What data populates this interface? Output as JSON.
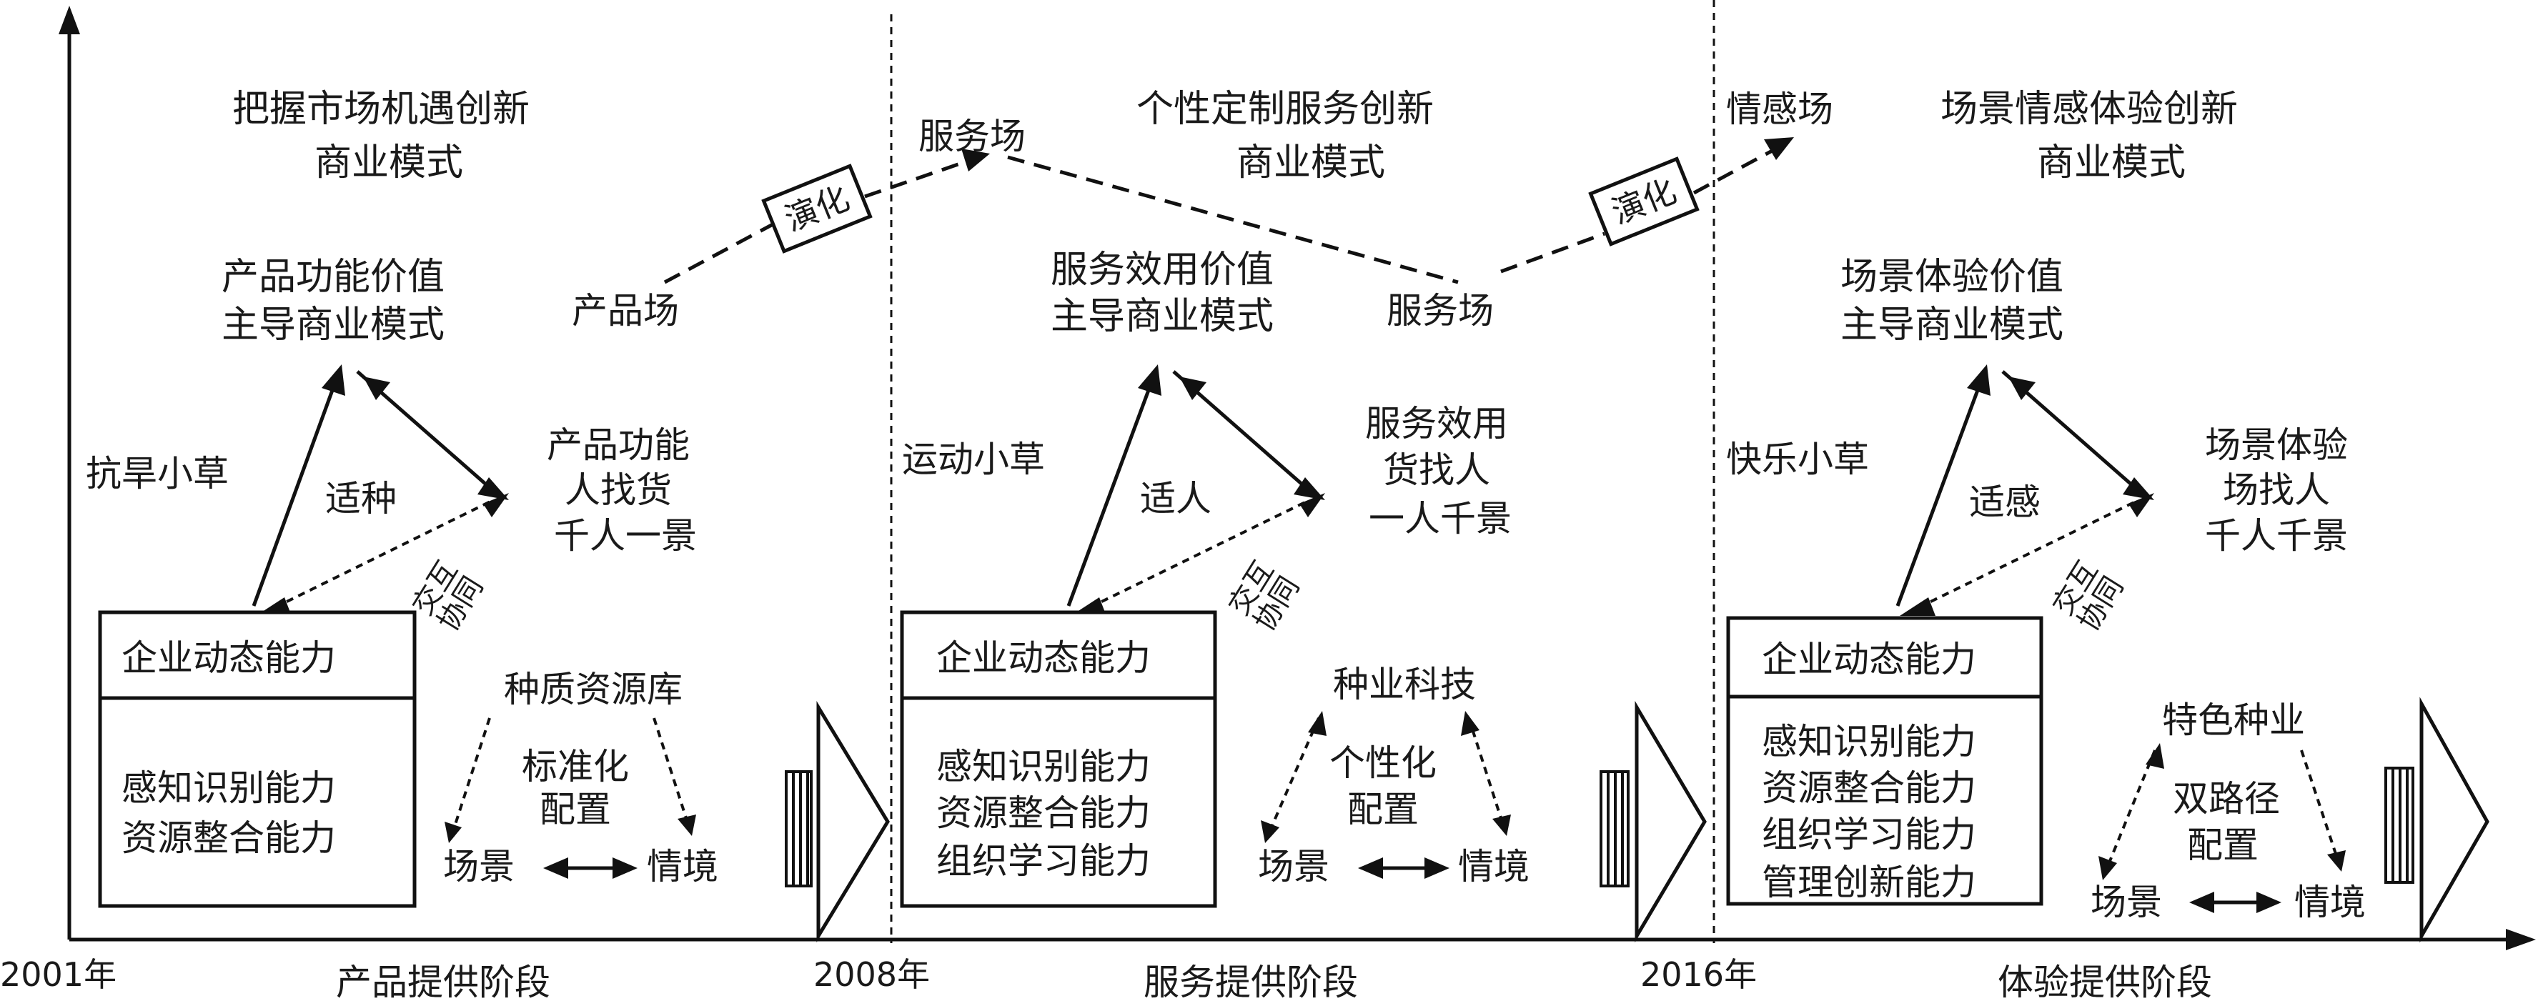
{
  "axis": {
    "years": [
      "2001年",
      "2008年",
      "2016年"
    ],
    "stages": [
      "产品提供阶段",
      "服务提供阶段",
      "体验提供阶段"
    ]
  },
  "evolution": {
    "label": "演化",
    "fields": [
      "产品场",
      "服务场",
      "服务场",
      "情感场"
    ]
  },
  "panels": [
    {
      "innovation": [
        "把握市场机遇创新",
        "商业模式"
      ],
      "dominant": [
        "产品功能价值",
        "主导商业模式"
      ],
      "grass": "抗旱小草",
      "fit": "适种",
      "right": [
        "产品功能",
        "人找货",
        "千人一景"
      ],
      "interact": [
        "交互",
        "协同"
      ],
      "box_title": "企业动态能力",
      "capabilities": [
        "感知识别能力",
        "资源整合能力"
      ],
      "tri_top": "种质资源库",
      "tri_mid": [
        "标准化",
        "配置"
      ],
      "tri_left": "场景",
      "tri_right": "情境"
    },
    {
      "innovation": [
        "个性定制服务创新",
        "商业模式"
      ],
      "dominant": [
        "服务效用价值",
        "主导商业模式"
      ],
      "grass": "运动小草",
      "fit": "适人",
      "right": [
        "服务效用",
        "货找人",
        "一人千景"
      ],
      "interact": [
        "交互",
        "协同"
      ],
      "box_title": "企业动态能力",
      "capabilities": [
        "感知识别能力",
        "资源整合能力",
        "组织学习能力"
      ],
      "tri_top": "种业科技",
      "tri_mid": [
        "个性化",
        "配置"
      ],
      "tri_left": "场景",
      "tri_right": "情境"
    },
    {
      "innovation": [
        "场景情感体验创新",
        "商业模式"
      ],
      "dominant": [
        "场景体验价值",
        "主导商业模式"
      ],
      "grass": "快乐小草",
      "fit": "适感",
      "right": [
        "场景体验",
        "场找人",
        "千人千景"
      ],
      "interact": [
        "交互",
        "协同"
      ],
      "box_title": "企业动态能力",
      "capabilities": [
        "感知识别能力",
        "资源整合能力",
        "组织学习能力",
        "管理创新能力"
      ],
      "tri_top": "特色种业",
      "tri_mid": [
        "双路径",
        "配置"
      ],
      "tri_left": "场景",
      "tri_right": "情境"
    }
  ]
}
